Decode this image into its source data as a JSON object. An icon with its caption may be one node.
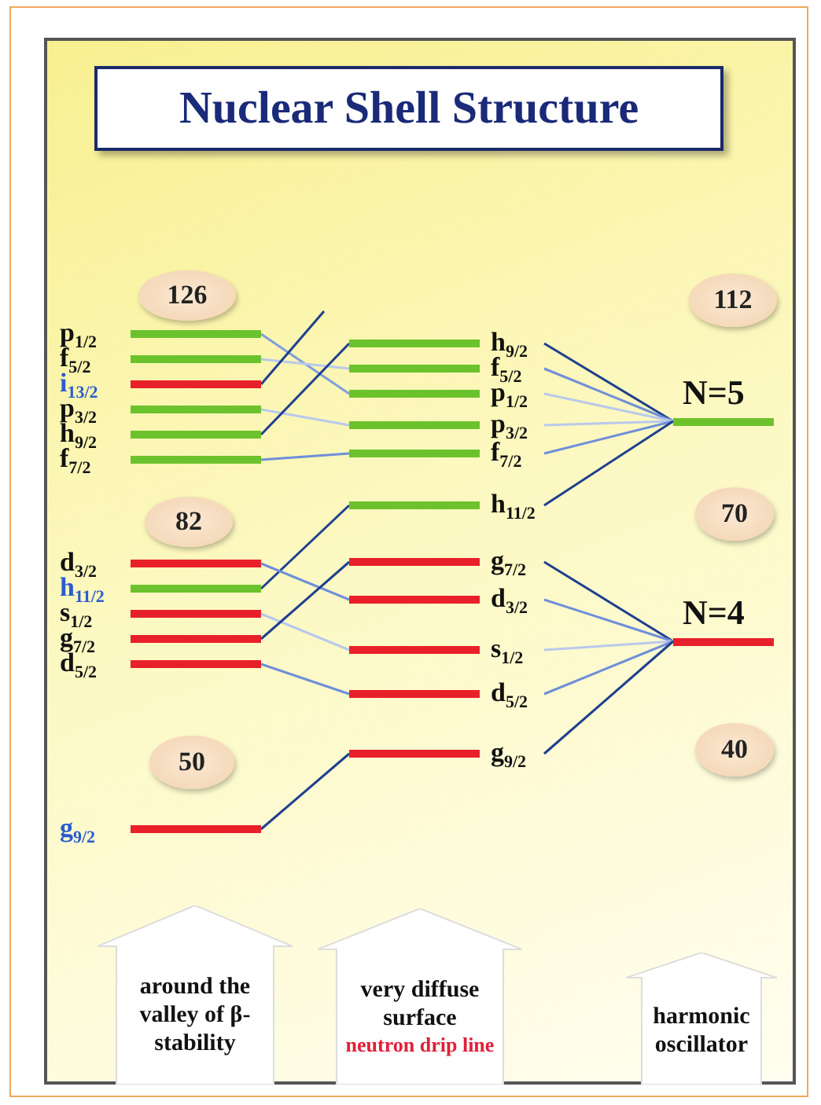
{
  "diagram": {
    "title": "Nuclear Shell Structure",
    "nodes": [
      {
        "text": [
          "126"
        ]
      },
      {
        "text": [
          "p$_{1/2}$"
        ]
      },
      {
        "text": [
          "f$_{5/2}$"
        ]
      },
      {
        "text": [
          "i$_{13/2}$"
        ]
      },
      {
        "text": [
          "p$_{3/2}$"
        ]
      },
      {
        "text": [
          "h$_{9/2}$"
        ]
      },
      {
        "text": [
          "f$_{7/2}$"
        ]
      },
      {
        "text": [
          "82"
        ]
      },
      {
        "text": [
          "d$_{3/2}$"
        ]
      },
      {
        "text": [
          "h$_{11/2}$"
        ]
      },
      {
        "text": [
          "s$_{1/2}$"
        ]
      },
      {
        "text": [
          "g$_{7/2}$"
        ]
      },
      {
        "text": [
          "d$_{5/2}$"
        ]
      },
      {
        "text": [
          "50"
        ]
      },
      {
        "text": [
          "g$_{9/2}$"
        ]
      },
      {
        "text": [
          "h$_{9/2}$"
        ]
      },
      {
        "text": [
          "f$_{5/2}$"
        ]
      },
      {
        "text": [
          "p$_{1/2}$"
        ]
      },
      {
        "text": [
          "p$_{3/2}$"
        ]
      },
      {
        "text": [
          "f$_{7/2}$"
        ]
      },
      {
        "text": [
          "h$_{11/2}$"
        ]
      },
      {
        "text": [
          "g$_{7/2}$"
        ]
      },
      {
        "text": [
          "d$_{3/2}$"
        ]
      },
      {
        "text": [
          "s$_{1/2}$"
        ]
      },
      {
        "text": [
          "d$_{5/2}$"
        ]
      },
      {
        "text": [
          "g$_{9/2}$"
        ]
      },
      {
        "text": [
          "112"
        ]
      },
      {
        "text": [
          "N=5"
        ]
      },
      {
        "text": [
          "70"
        ]
      },
      {
        "text": [
          "N=4"
        ]
      },
      {
        "text": [
          "40"
        ]
      },
      {
        "text": [
          "around the valley of β-stability"
        ]
      },
      {
        "text": [
          "very diffuse surface",
          "neutron drip line"
        ]
      },
      {
        "text": [
          "harmonic oscillator"
        ]
      }
    ],
    "edges": [
      {
        "from": 1,
        "to": 17,
        "arrow": "none",
        "color": "#7f9fdc"
      },
      {
        "from": 2,
        "to": 16,
        "arrow": "none",
        "color": "#b9c9ec"
      },
      {
        "from": 3,
        "to": null,
        "arrow": "none",
        "color": "#1f3f8f"
      },
      {
        "from": 4,
        "to": 18,
        "arrow": "none",
        "color": "#b9c9ec"
      },
      {
        "from": 5,
        "to": 15,
        "arrow": "none",
        "color": "#1f3f8f"
      },
      {
        "from": 6,
        "to": 19,
        "arrow": "none",
        "color": "#6f8fd8"
      },
      {
        "from": 9,
        "to": 20,
        "arrow": "none",
        "color": "#1f3f8f"
      },
      {
        "from": 8,
        "to": 22,
        "arrow": "none",
        "color": "#6f8fd8"
      },
      {
        "from": 10,
        "to": 23,
        "arrow": "none",
        "color": "#b9c9ec"
      },
      {
        "from": 11,
        "to": 21,
        "arrow": "none",
        "color": "#1f3f8f"
      },
      {
        "from": 12,
        "to": 24,
        "arrow": "none",
        "color": "#6f8fd8"
      },
      {
        "from": 14,
        "to": 25,
        "arrow": "none",
        "color": "#1f3f8f"
      },
      {
        "from": 15,
        "to": 27,
        "arrow": "none",
        "color": "#1f3f8f"
      },
      {
        "from": 16,
        "to": 27,
        "arrow": "none",
        "color": "#6f8fd8"
      },
      {
        "from": 17,
        "to": 27,
        "arrow": "none",
        "color": "#b9c9ec"
      },
      {
        "from": 18,
        "to": 27,
        "arrow": "none",
        "color": "#b9c9ec"
      },
      {
        "from": 19,
        "to": 27,
        "arrow": "none",
        "color": "#6f8fd8"
      },
      {
        "from": 20,
        "to": 27,
        "arrow": "none",
        "color": "#1f3f8f"
      },
      {
        "from": 21,
        "to": 29,
        "arrow": "none",
        "color": "#1f3f8f"
      },
      {
        "from": 22,
        "to": 29,
        "arrow": "none",
        "color": "#6f8fd8"
      },
      {
        "from": 23,
        "to": 29,
        "arrow": "none",
        "color": "#b9c9ec"
      },
      {
        "from": 24,
        "to": 29,
        "arrow": "none",
        "color": "#6f8fd8"
      },
      {
        "from": 25,
        "to": 29,
        "arrow": "none",
        "color": "#1f3f8f"
      }
    ]
  }
}
